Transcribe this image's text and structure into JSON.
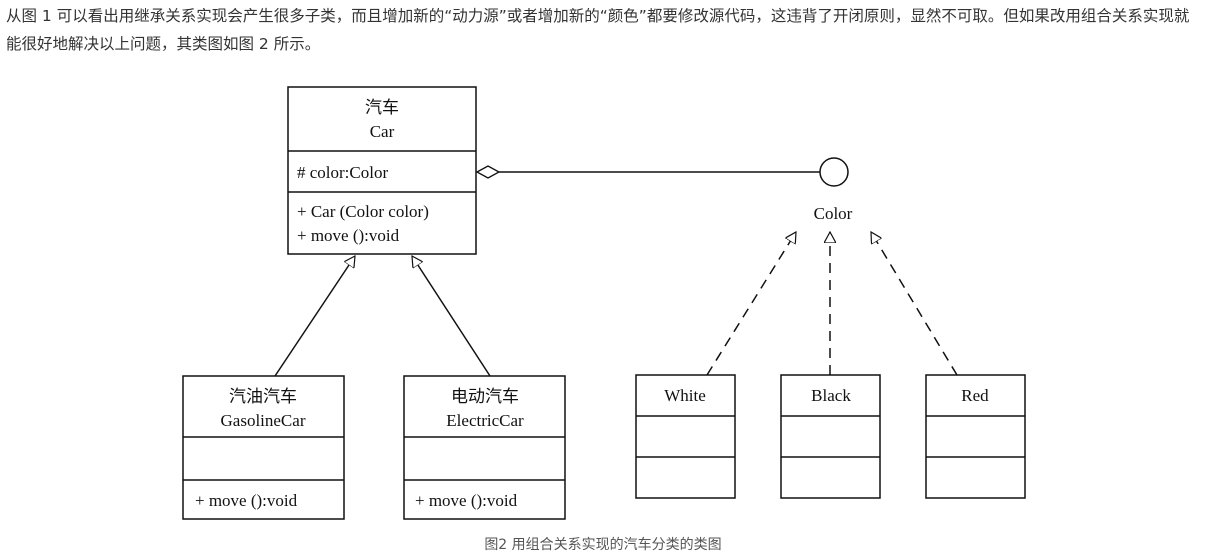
{
  "paragraph": "从图 1 可以看出用继承关系实现会产生很多子类，而且增加新的“动力源”或者增加新的“颜色”都要修改源代码，这违背了开闭原则，显然不可取。但如果改用组合关系实现就能很好地解决以上问题，其类图如图 2 所示。",
  "diagram": {
    "car": {
      "name_cn": "汽车",
      "name_en": "Car",
      "attribute": "# color:Color",
      "methods": [
        "+ Car (Color color)",
        "+ move ():void"
      ]
    },
    "gasoline": {
      "name_cn": "汽油汽车",
      "name_en": "GasolineCar",
      "method": "+ move ():void"
    },
    "electric": {
      "name_cn": "电动汽车",
      "name_en": "ElectricCar",
      "method": "+ move ():void"
    },
    "color_interface": "Color",
    "white": "White",
    "black": "Black",
    "red": "Red"
  },
  "caption": "图2 用组合关系实现的汽车分类的类图"
}
